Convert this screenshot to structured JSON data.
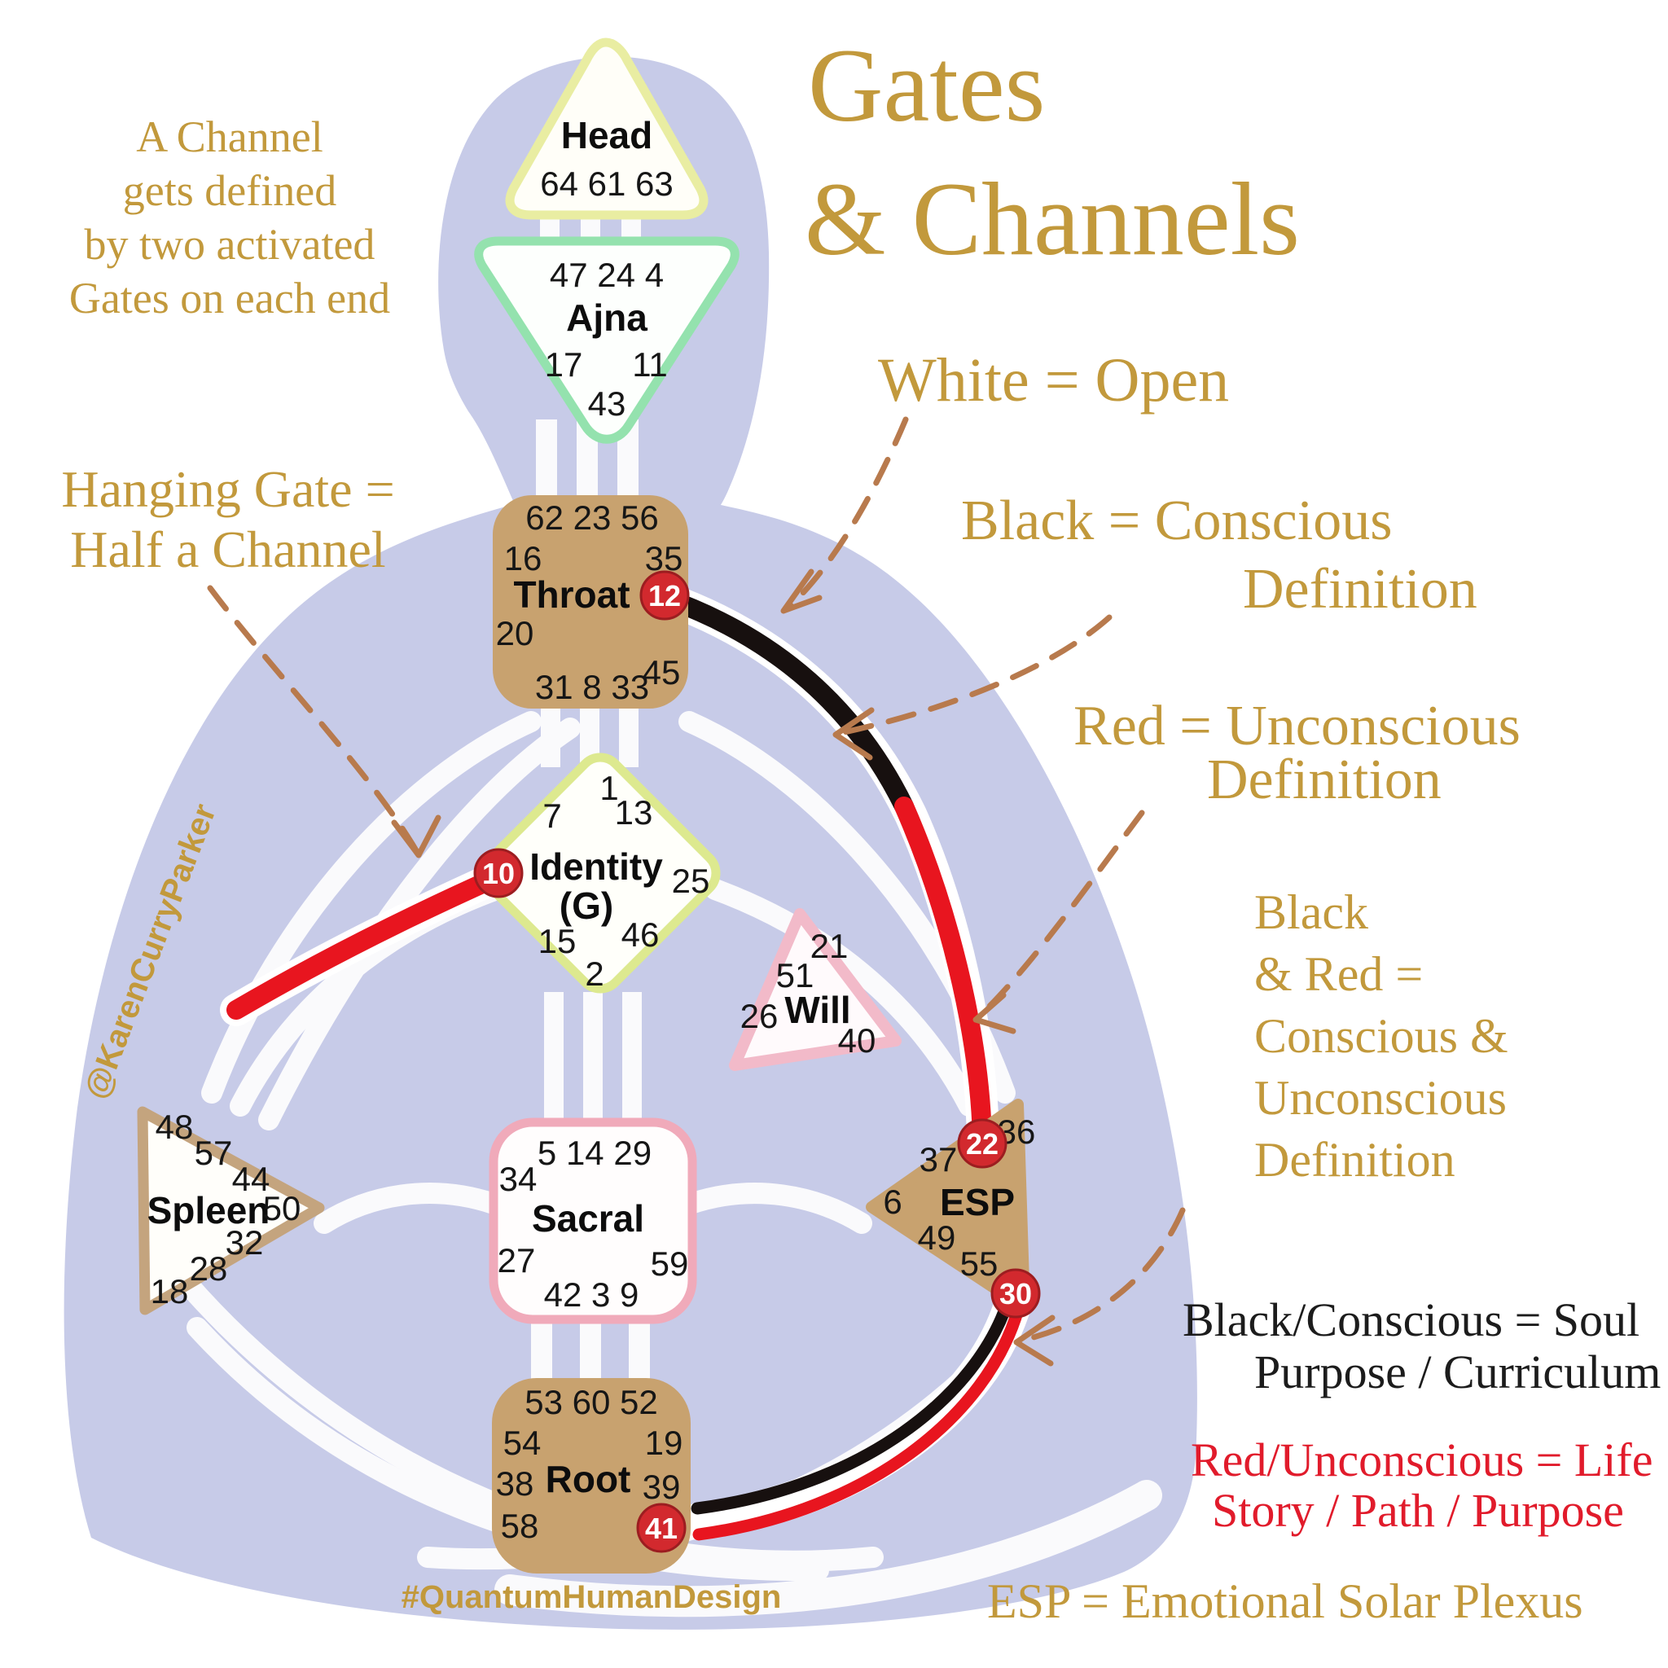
{
  "title": {
    "line1": "Gates",
    "line2": "& Channels"
  },
  "annotations": {
    "channel_note": [
      "A Channel",
      "gets defined",
      "by two activated",
      "Gates on each end"
    ],
    "hanging_gate": [
      "Hanging Gate =",
      "Half a Channel"
    ],
    "white_open": "White = Open",
    "black_conscious": [
      "Black = Conscious",
      "Definition"
    ],
    "red_unconscious": [
      "Red = Unconscious",
      "Definition"
    ],
    "black_and_red": [
      "Black",
      "& Red =",
      "Conscious &",
      "Unconscious",
      "Definition"
    ],
    "black_soul": [
      "Black/Conscious = Soul",
      "Purpose / Curriculum"
    ],
    "red_life": [
      "Red/Unconscious = Life",
      "Story / Path / Purpose"
    ],
    "esp_note": "ESP = Emotional Solar Plexus",
    "watermark": "@KarenCurryParker",
    "hashtag": "#QuantumHumanDesign"
  },
  "centers": {
    "head": {
      "label": "Head",
      "row1": "64 61 63"
    },
    "ajna": {
      "label": "Ajna",
      "row1": "47 24 4",
      "g17": "17",
      "g11": "11",
      "g43": "43"
    },
    "throat": {
      "label": "Throat",
      "row1": "62 23 56",
      "g16": "16",
      "g35": "35",
      "g20": "20",
      "g45": "45",
      "row2": "31 8 33"
    },
    "identity": {
      "label": "Identity",
      "sublabel": "(G)",
      "g1": "1",
      "g7": "7",
      "g13": "13",
      "g25": "25",
      "g15": "15",
      "g46": "46",
      "g2": "2"
    },
    "will": {
      "label": "Will",
      "g21": "21",
      "g51": "51",
      "g26": "26",
      "g40": "40"
    },
    "sacral": {
      "label": "Sacral",
      "row1": "5 14 29",
      "g34": "34",
      "g27": "27",
      "g59": "59",
      "row2": "42 3 9"
    },
    "spleen": {
      "label": "Spleen",
      "g48": "48",
      "g57": "57",
      "g44": "44",
      "g50": "50",
      "g32": "32",
      "g28": "28",
      "g18": "18"
    },
    "esp": {
      "label": "ESP",
      "g36": "36",
      "g37": "37",
      "g6": "6",
      "g49": "49",
      "g55": "55"
    },
    "root": {
      "label": "Root",
      "row1": "53 60 52",
      "g54": "54",
      "g19": "19",
      "g38": "38",
      "g39": "39",
      "g58": "58"
    }
  },
  "badges": {
    "throat": "12",
    "identity": "10",
    "esp_top": "22",
    "esp_bottom": "30",
    "root": "41"
  },
  "colors": {
    "gold_text": "#c2993c",
    "red_text": "#e11b2b",
    "black_text": "#1c1c1c",
    "tan_center": "#c8a26f",
    "lavender_body": "#c7cbe8",
    "channel_red": "#e8151f",
    "channel_black": "#17100f",
    "badge_red": "#d2292e",
    "arrow_brown": "#b87a4d",
    "head_border": "#e9eda2",
    "ajna_border": "#94e2ae",
    "identity_border": "#dde98f",
    "will_border": "#f2bac9",
    "sacral_border": "#f0aaba",
    "spleen_border": "#c4a47e"
  }
}
